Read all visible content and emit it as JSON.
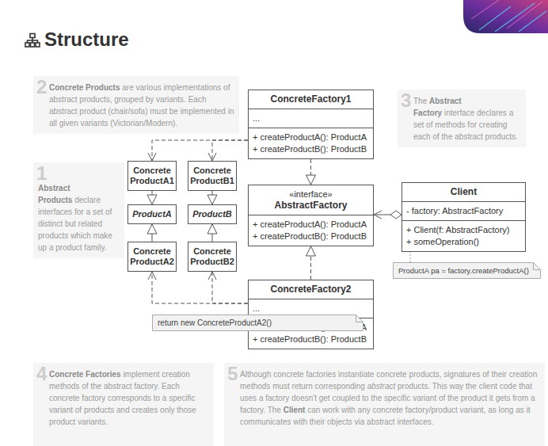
{
  "diagram": {
    "title": "Structure",
    "nodes": [
      {
        "text": [
          "2",
          "Concrete Products",
          "are various implementations of abstract products, grouped by variants. Each abstract product (chair/sofa) must be implemented in all given variants (Victorian/Modern)."
        ]
      },
      {
        "text": [
          "ConcreteFactory1",
          "...",
          "+ createProductA(): ProductA",
          "+ createProductB(): ProductB"
        ]
      },
      {
        "text": [
          "3",
          "The",
          "Abstract Factory",
          "interface declares a set of methods for creating each of the abstract products."
        ]
      },
      {
        "text": [
          "1",
          "Abstract Products",
          "declare interfaces for a set of distinct but related products which make up a product family."
        ]
      },
      {
        "text": [
          "Concrete ProductA1"
        ]
      },
      {
        "text": [
          "Concrete ProductB1"
        ]
      },
      {
        "text": [
          "Client",
          "- factory: AbstractFactory",
          "+ Client(f: AbstractFactory)",
          "+ someOperation()"
        ]
      },
      {
        "text": [
          "«interface»",
          "AbstractFactory",
          "+ createProductA(): ProductA",
          "+ createProductB(): ProductB"
        ]
      },
      {
        "text": [
          "ProductA"
        ]
      },
      {
        "text": [
          "ProductB"
        ]
      },
      {
        "text": [
          "Concrete ProductA2"
        ]
      },
      {
        "text": [
          "Concrete ProductB2"
        ]
      },
      {
        "text": [
          "ProductA pa = factory.createProductA()"
        ]
      },
      {
        "text": [
          "ConcreteFactory2",
          "...",
          "+ createProductA(): ProductA",
          "+ createProductB(): ProductB"
        ]
      },
      {
        "text": [
          "return new ConcreteProductA2()"
        ]
      },
      {
        "text": [
          "4",
          "Concrete Factories",
          "implement creation methods of the abstract factory. Each concrete factory corresponds to a specific variant of products and creates only those product variants."
        ]
      },
      {
        "text": [
          "5",
          "Although concrete factories instantiate concrete products, signatures of their creation methods must return corresponding",
          "abstract",
          "products. This way the client code that uses a factory doesn't get coupled to the specific variant of the product it gets from a factory. The",
          "Client",
          "can work with any concrete factory/product variant, as long as it communicates with their objects via abstract interfaces."
        ]
      }
    ],
    "edges": [
      {
        "from": 4,
        "to": 8,
        "arrow": "to"
      },
      {
        "from": 10,
        "to": 8,
        "arrow": "to"
      },
      {
        "from": 5,
        "to": 9,
        "arrow": "to"
      },
      {
        "from": 11,
        "to": 9,
        "arrow": "to"
      },
      {
        "from": 1,
        "to": 7,
        "arrow": "to"
      },
      {
        "from": 13,
        "to": 7,
        "arrow": "to"
      },
      {
        "from": 6,
        "to": 7,
        "arrow": "both"
      },
      {
        "from": 1,
        "to": 4,
        "arrow": "to"
      },
      {
        "from": 1,
        "to": 5,
        "arrow": "to"
      },
      {
        "from": 13,
        "to": 10,
        "arrow": "to"
      },
      {
        "from": 13,
        "to": 11,
        "arrow": "to"
      },
      {
        "from": 12,
        "to": 6,
        "arrow": "none"
      },
      {
        "from": 14,
        "to": 13,
        "arrow": "none"
      }
    ]
  }
}
